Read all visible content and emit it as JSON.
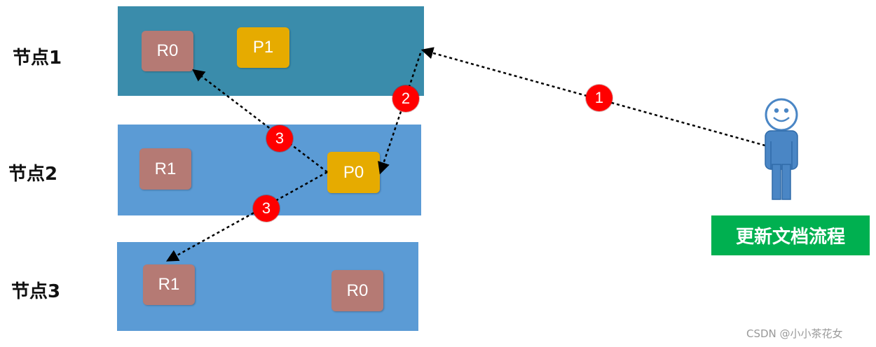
{
  "colors": {
    "node1_bg": "#3a8cab",
    "node_bg": "#5b9bd5",
    "replica": "#b57a74",
    "primary": "#e6ab00",
    "badge": "#ff0000",
    "title_bg": "#00b050",
    "user": "#4a86c5"
  },
  "nodes": [
    {
      "label": "节点1"
    },
    {
      "label": "节点2"
    },
    {
      "label": "节点3"
    }
  ],
  "shards": {
    "n1_r0": "R0",
    "n1_p1": "P1",
    "n2_r1": "R1",
    "n2_p0": "P0",
    "n3_r1": "R1",
    "n3_r0": "R0"
  },
  "steps": {
    "s1": "1",
    "s2": "2",
    "s3a": "3",
    "s3b": "3"
  },
  "title": "更新文档流程",
  "watermark": "CSDN @小小茶花女",
  "icons": {
    "user": "user-icon"
  }
}
